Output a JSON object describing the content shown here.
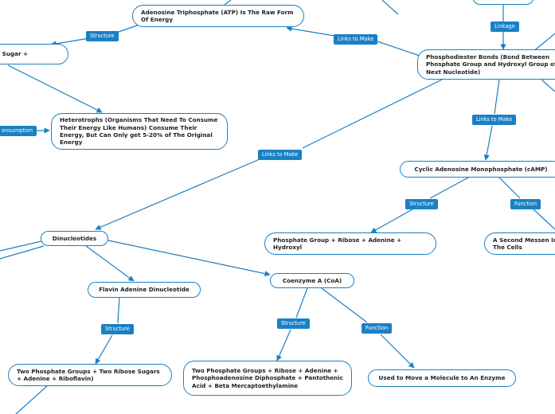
{
  "nodes": {
    "atp": "Adenosine Triphosphate (ATP) Is The Raw Form Of Energy",
    "sugar": "se Sugar +",
    "heterotrophs": "Heterotrophs (Organisms That Need To Consume Their Energy Like Humans) Consume Their Energy, But Can Only get 5-20% of The Original Energy",
    "phosphodiester": "Phosphodiester Bonds (Bond Between Phosphate Group and Hydroxyl Group of Next Nucleotide)",
    "camp": "Cyclic Adenosine Monophosphate (cAMP)",
    "phosphate_ribose": "Phosphate Group + Ribose + Adenine + Hydroxyl",
    "second_messenger": "A Second Messen In The Cells",
    "dinucleotides": "Dinucleotides",
    "fad": "Flavin Adenine Dinucleotide",
    "coa": "Coenzyme A (CoA)",
    "fad_structure": "Two Phosphate Groups + Two Ribose Sugars + Adenine + Riboflavin)",
    "coa_structure": "Two Phosphate Groups + Ribose + Adenine + Phosphoadenosine Diphosphate + Pantothenic Acid + Beta Mercaptoethylamine",
    "coa_function": "Used to Move a Molecule to An Enzyme"
  },
  "labels": {
    "structure_1": "Structure",
    "links_to_make_1": "Links to Make",
    "linkage": "Linkage",
    "consumption": "onsumption",
    "links_to_make_2": "Links to Make",
    "links_to_make_3": "Links to Make",
    "structure_2": "Structure",
    "function_1": "Function",
    "structure_3": "Structure",
    "structure_4": "Structure",
    "function_2": "Function"
  },
  "colors": {
    "edge": "#1a80c4",
    "label_bg": "#1a80c4",
    "node_border": "#1a80c4"
  }
}
